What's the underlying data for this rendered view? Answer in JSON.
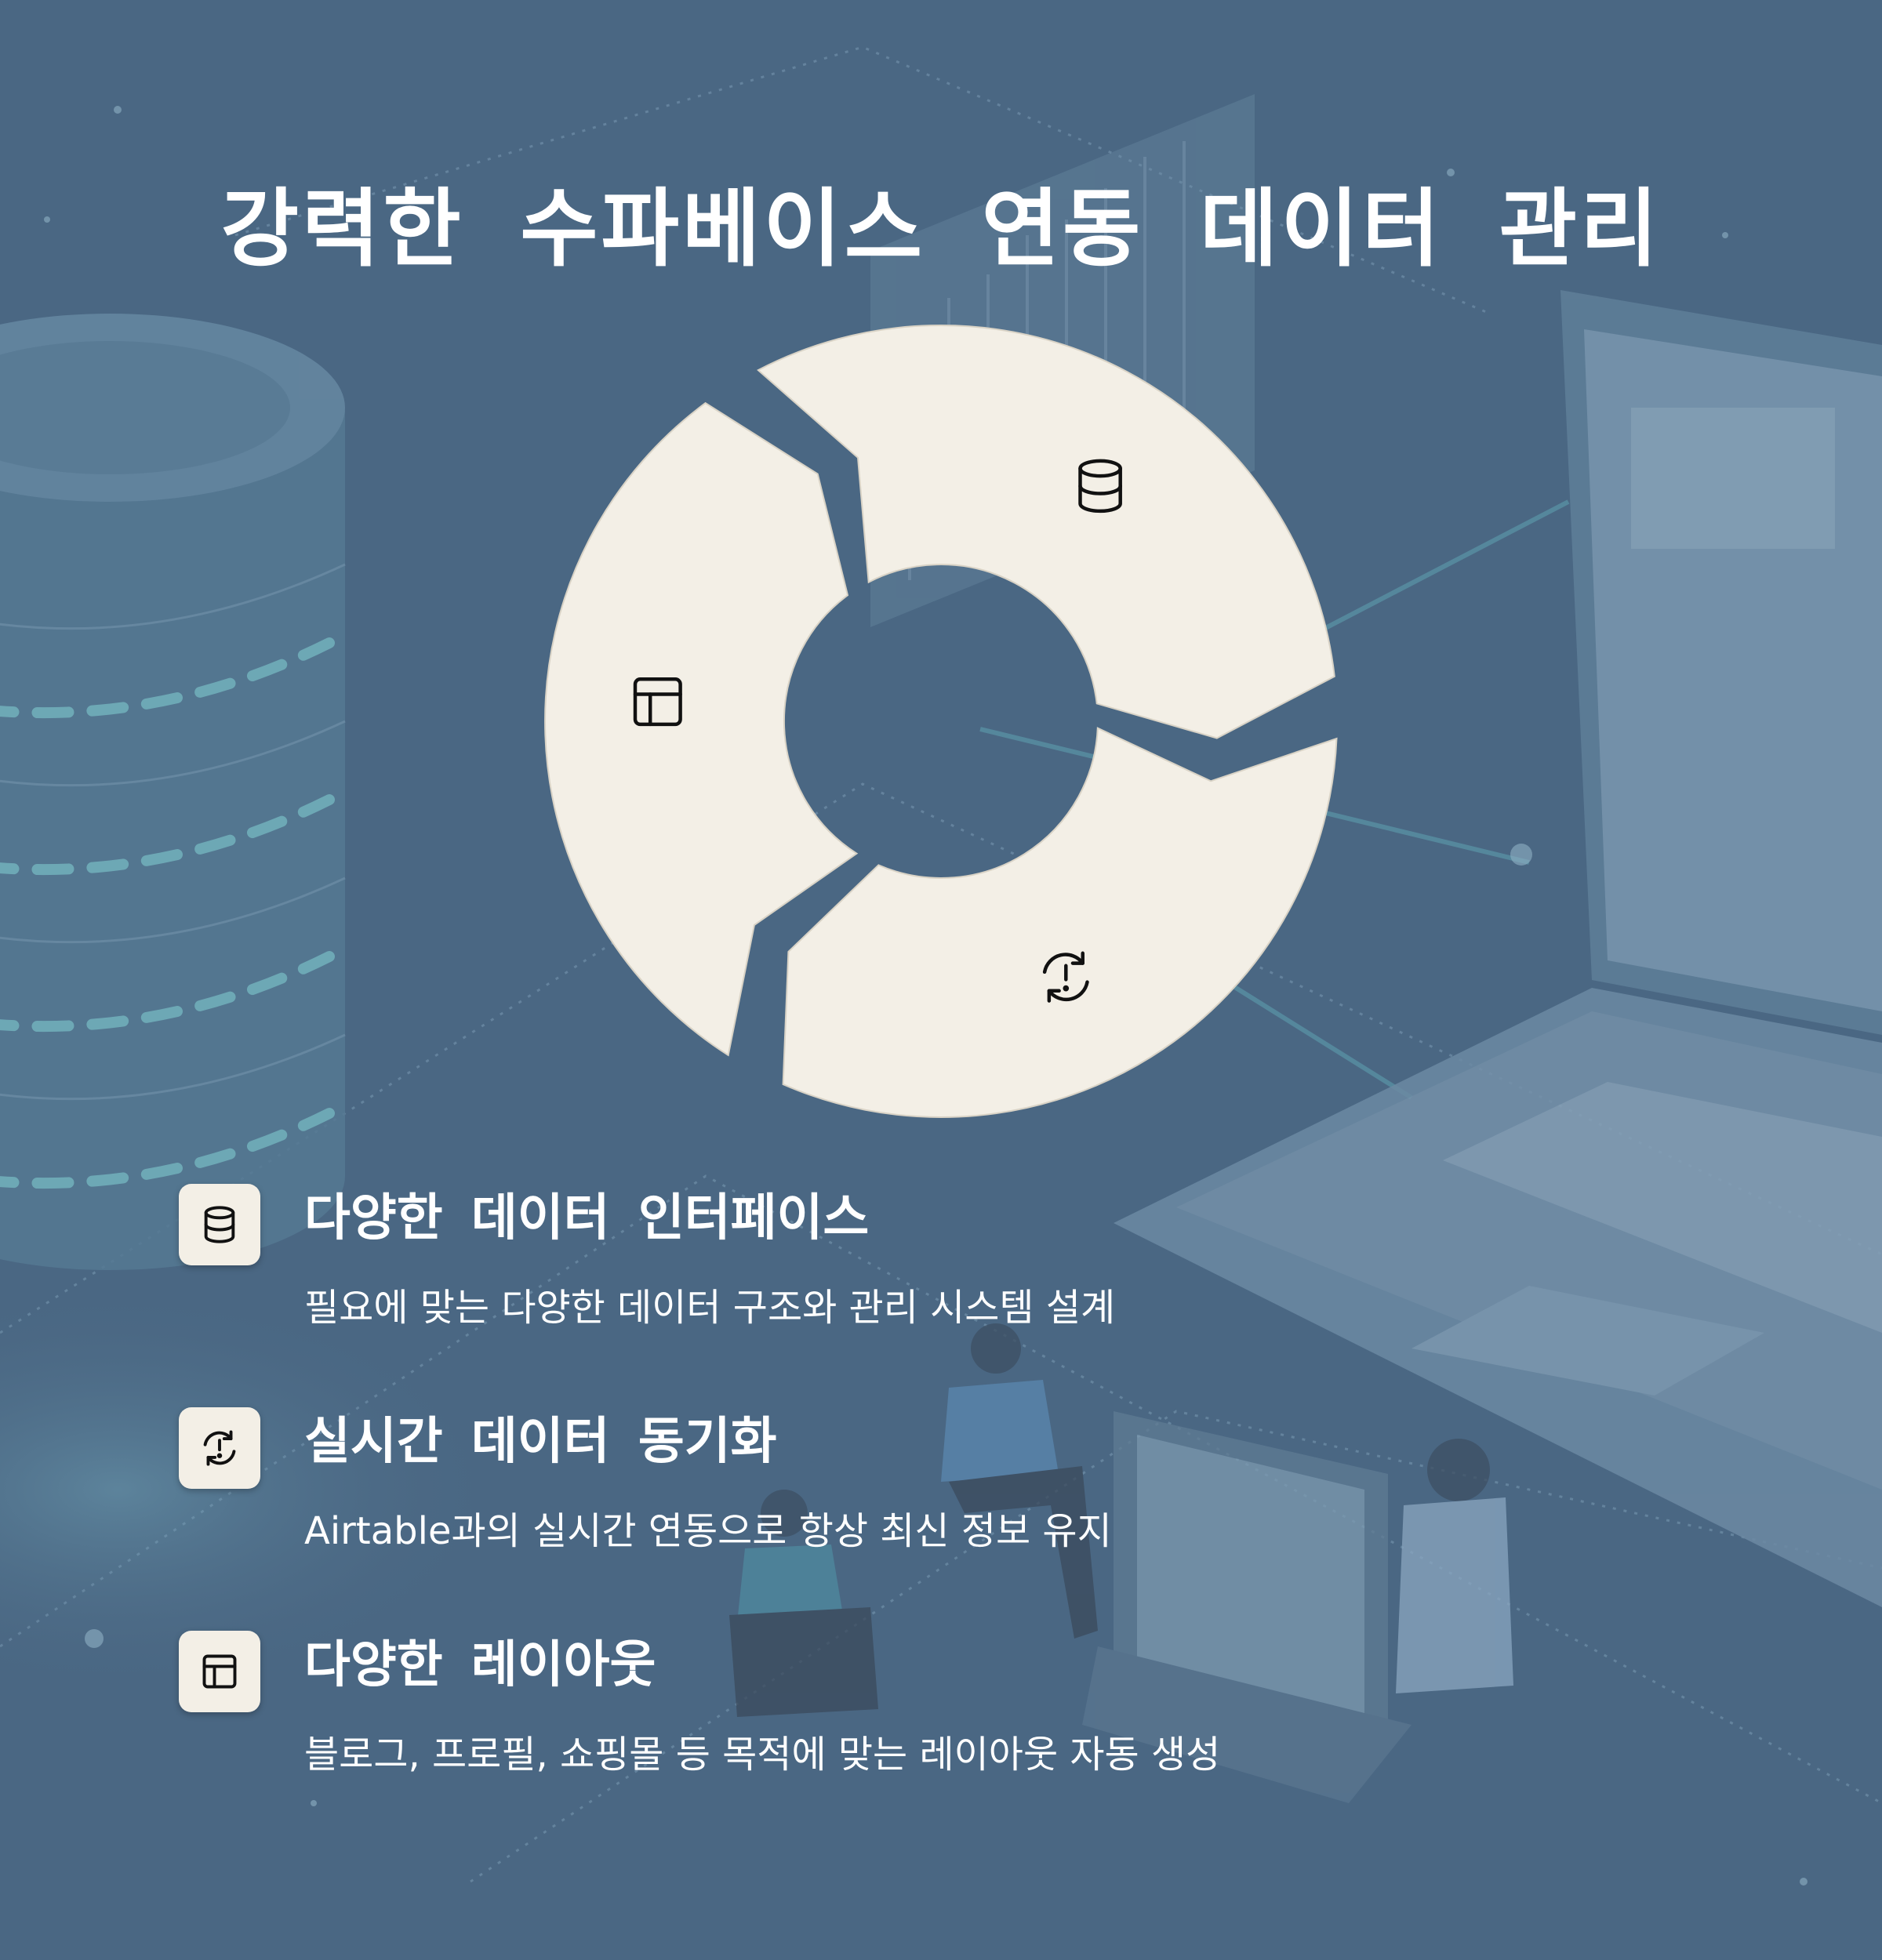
{
  "title": "강력한 수파베이스 연동 데이터 관리",
  "cycle": {
    "segments": [
      {
        "name": "database",
        "icon": "database-icon"
      },
      {
        "name": "sync",
        "icon": "sync-alert-icon"
      },
      {
        "name": "layout",
        "icon": "layout-icon"
      }
    ]
  },
  "features": [
    {
      "icon": "database-icon",
      "title": "다양한 데이터 인터페이스",
      "desc": "필요에 맞는 다양한 데이터 구조와 관리 시스템 설계"
    },
    {
      "icon": "sync-alert-icon",
      "title": "실시간 데이터 동기화",
      "desc": "Airtable과의 실시간 연동으로 항상 최신 정보 유지"
    },
    {
      "icon": "layout-icon",
      "title": "다양한 레이아웃",
      "desc": "블로그, 프로필, 쇼핑몰 등 목적에 맞는 레이아웃 자동 생성"
    }
  ],
  "colors": {
    "background": "#4a6783",
    "segment_fill": "#f3efe6",
    "text": "#ffffff",
    "icon_stroke": "#111111"
  }
}
